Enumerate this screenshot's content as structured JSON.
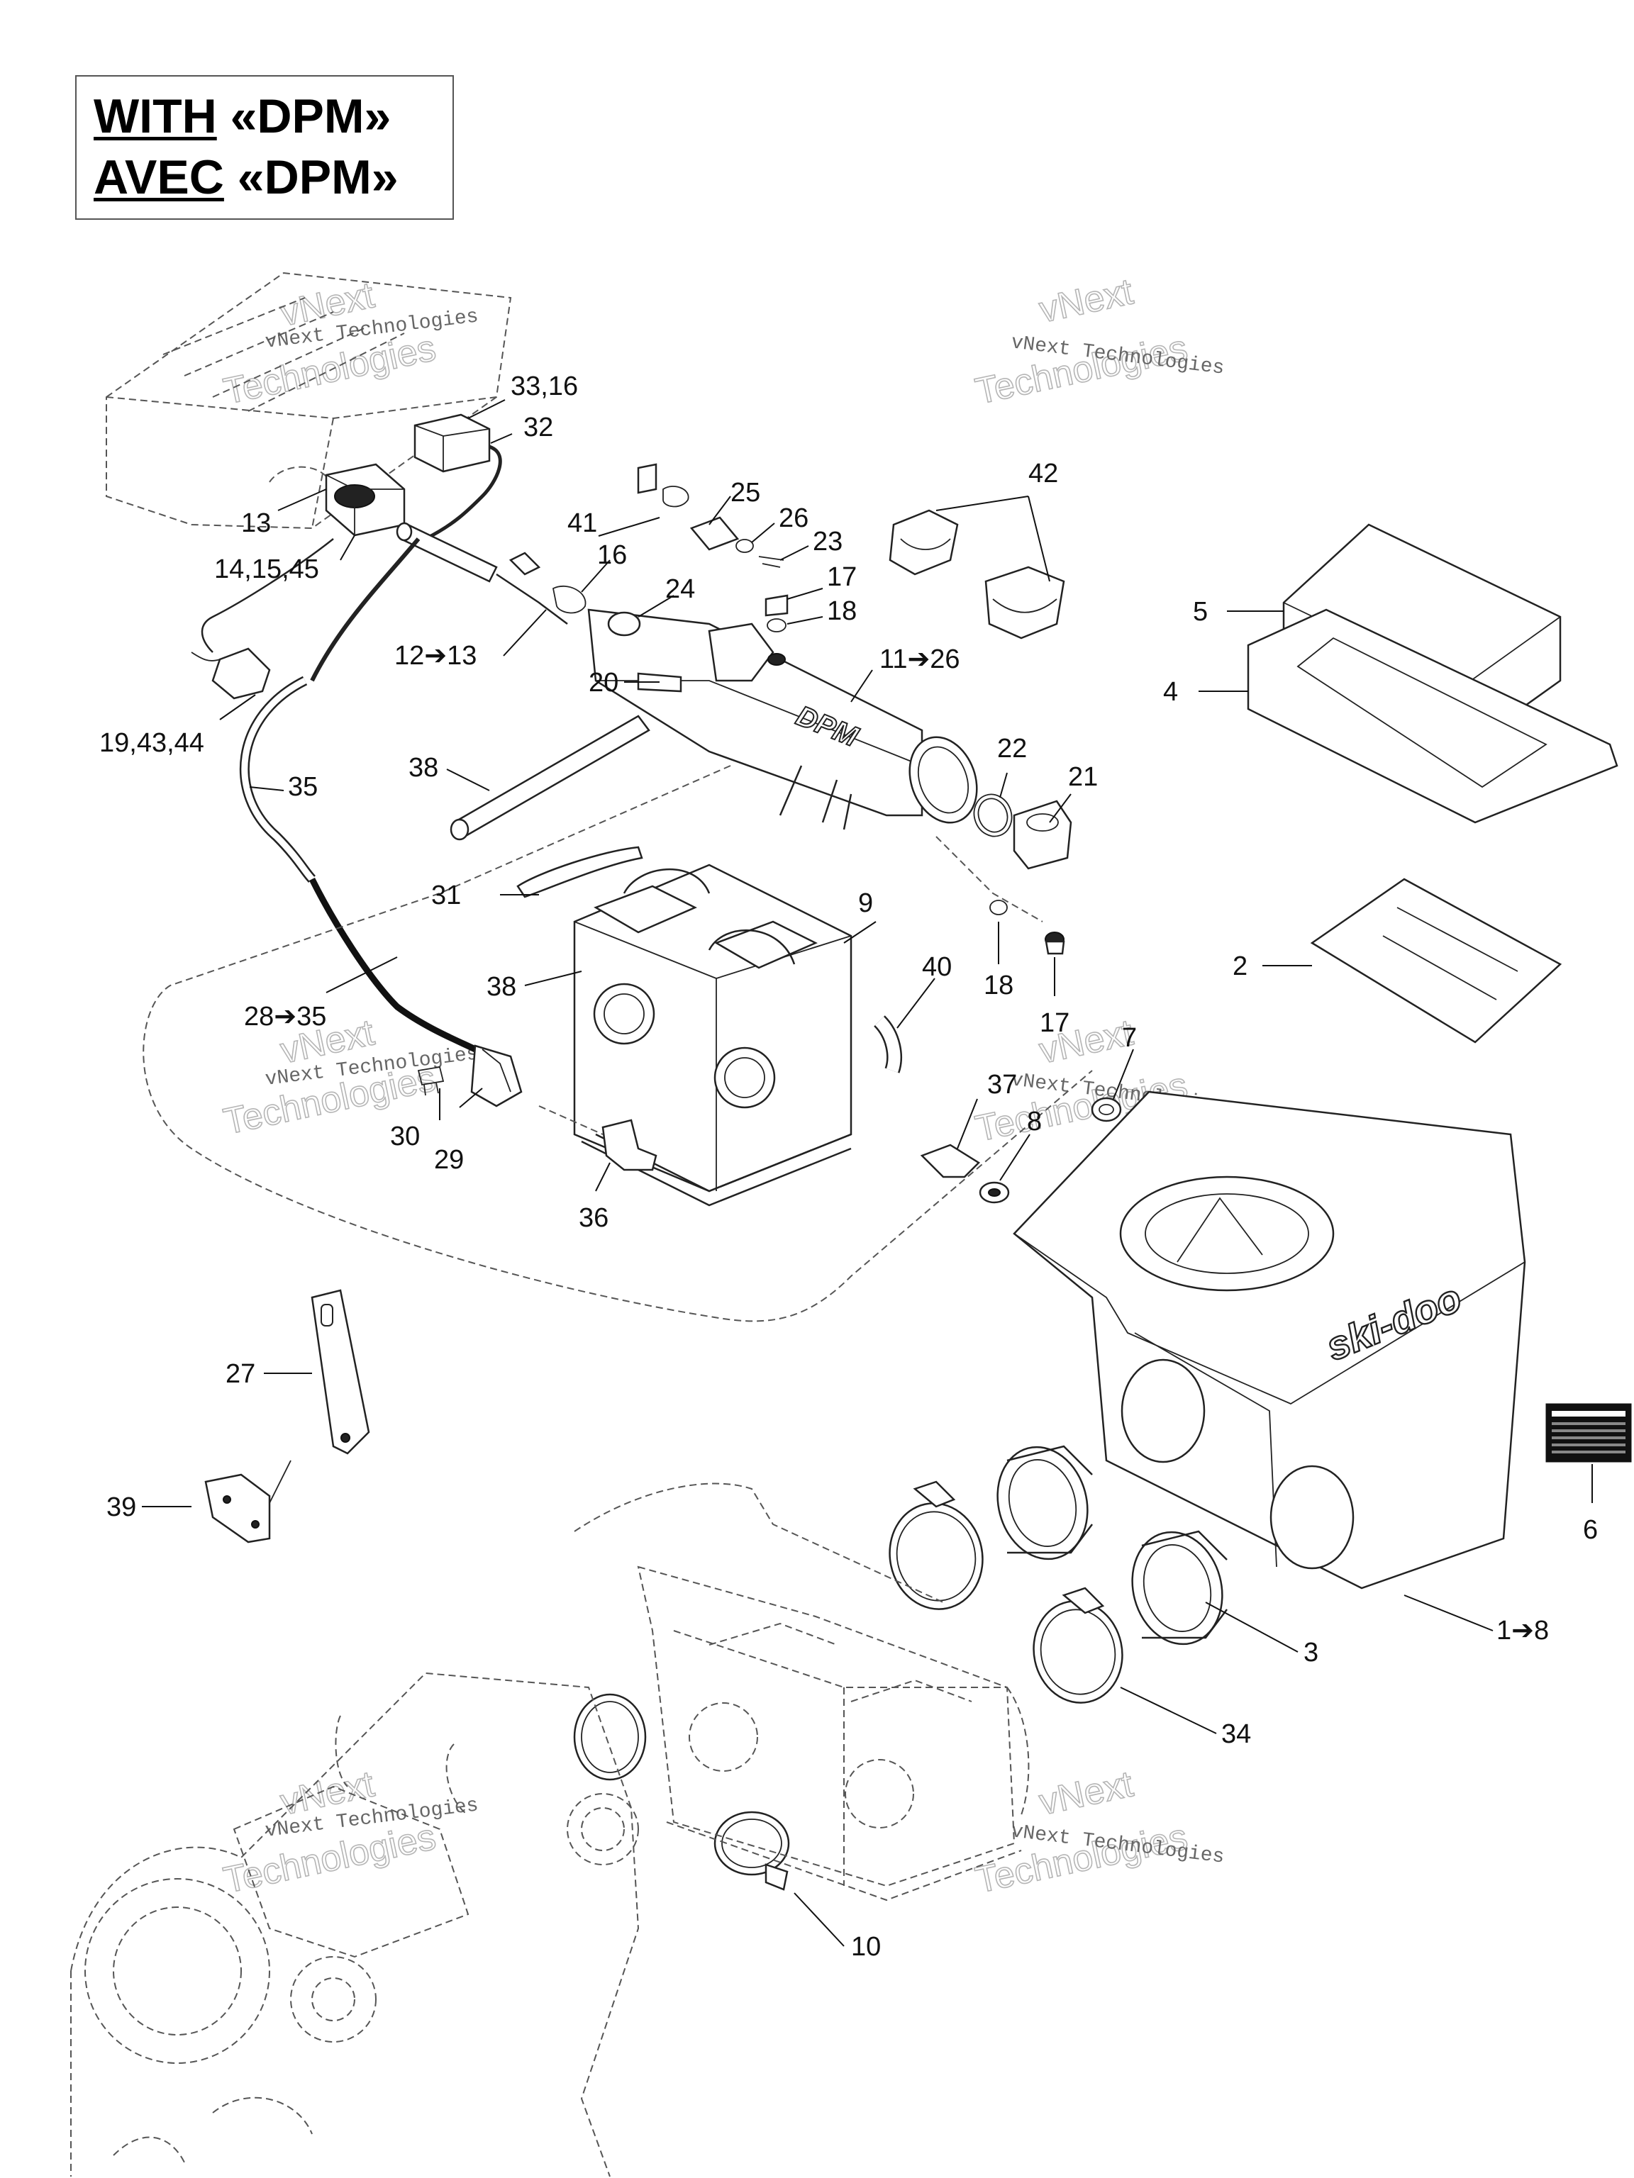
{
  "header": {
    "line1_word": "WITH",
    "line1_rest": " «DPM»",
    "line2_word": "AVEC",
    "line2_rest": " «DPM»"
  },
  "watermark": {
    "small": "vNext Technologies",
    "large_top": "vNext",
    "large_bottom": "Technologies"
  },
  "label_plate": {
    "logo": "ski-doo",
    "tube_marking": "DPM"
  },
  "callouts": {
    "c33_16": "33,16",
    "c32": "32",
    "c13": "13",
    "c14_15_45": "14,15,45",
    "c41": "41",
    "c25": "25",
    "c26": "26",
    "c23": "23",
    "c16": "16",
    "c42": "42",
    "c24": "24",
    "c17a": "17",
    "c18a": "18",
    "c12_13": "12➔13",
    "c11_26": "11➔26",
    "c20": "20",
    "c5": "5",
    "c4": "4",
    "c19_43_44": "19,43,44",
    "c35": "35",
    "c38a": "38",
    "c22": "22",
    "c21": "21",
    "c31": "31",
    "c9": "9",
    "c2": "2",
    "c40": "40",
    "c38b": "38",
    "c18b": "18",
    "c17b": "17",
    "c28_35": "28➔35",
    "c7": "7",
    "c37": "37",
    "c8": "8",
    "c30": "30",
    "c29": "29",
    "c36": "36",
    "c27": "27",
    "c39": "39",
    "c6": "6",
    "c3": "3",
    "c1_8": "1➔8",
    "c34": "34",
    "c10": "10"
  }
}
